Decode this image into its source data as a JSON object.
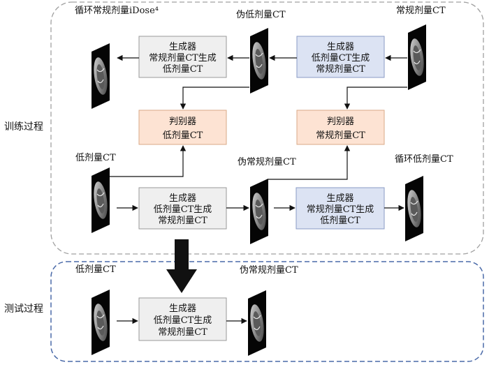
{
  "sections": {
    "training": "训练过程",
    "testing": "测试过程"
  },
  "images": {
    "cycle_idose": "循环常规剂量iDose⁴",
    "pseudo_low": "伪低剂量CT",
    "normal_top": "常规剂量CT",
    "low_mid": "低剂量CT",
    "pseudo_normal_mid": "伪常规剂量CT",
    "cycle_low": "循环低剂量CT",
    "low_test": "低剂量CT",
    "pseudo_normal_test": "伪常规剂量CT"
  },
  "boxes": {
    "gen_top_left": [
      "生成器",
      "常规剂量CT生成",
      "低剂量CT"
    ],
    "gen_top_right": [
      "生成器",
      "低剂量CT生成",
      "常规剂量CT"
    ],
    "disc_left": [
      "判别器",
      "低剂量CT"
    ],
    "disc_right": [
      "判别器",
      "常规剂量CT"
    ],
    "gen_mid_left": [
      "生成器",
      "低剂量CT生成",
      "常规剂量CT"
    ],
    "gen_mid_right": [
      "生成器",
      "常规剂量CT生成",
      "低剂量CT"
    ],
    "gen_test": [
      "生成器",
      "低剂量CT生成",
      "常规剂量CT"
    ]
  },
  "colors": {
    "gray_box": "#efefef",
    "blue_box": "#dce3f3",
    "peach_box": "#fde3d3",
    "training_border": "#a0a0a0",
    "testing_border": "#4a6aa8"
  }
}
